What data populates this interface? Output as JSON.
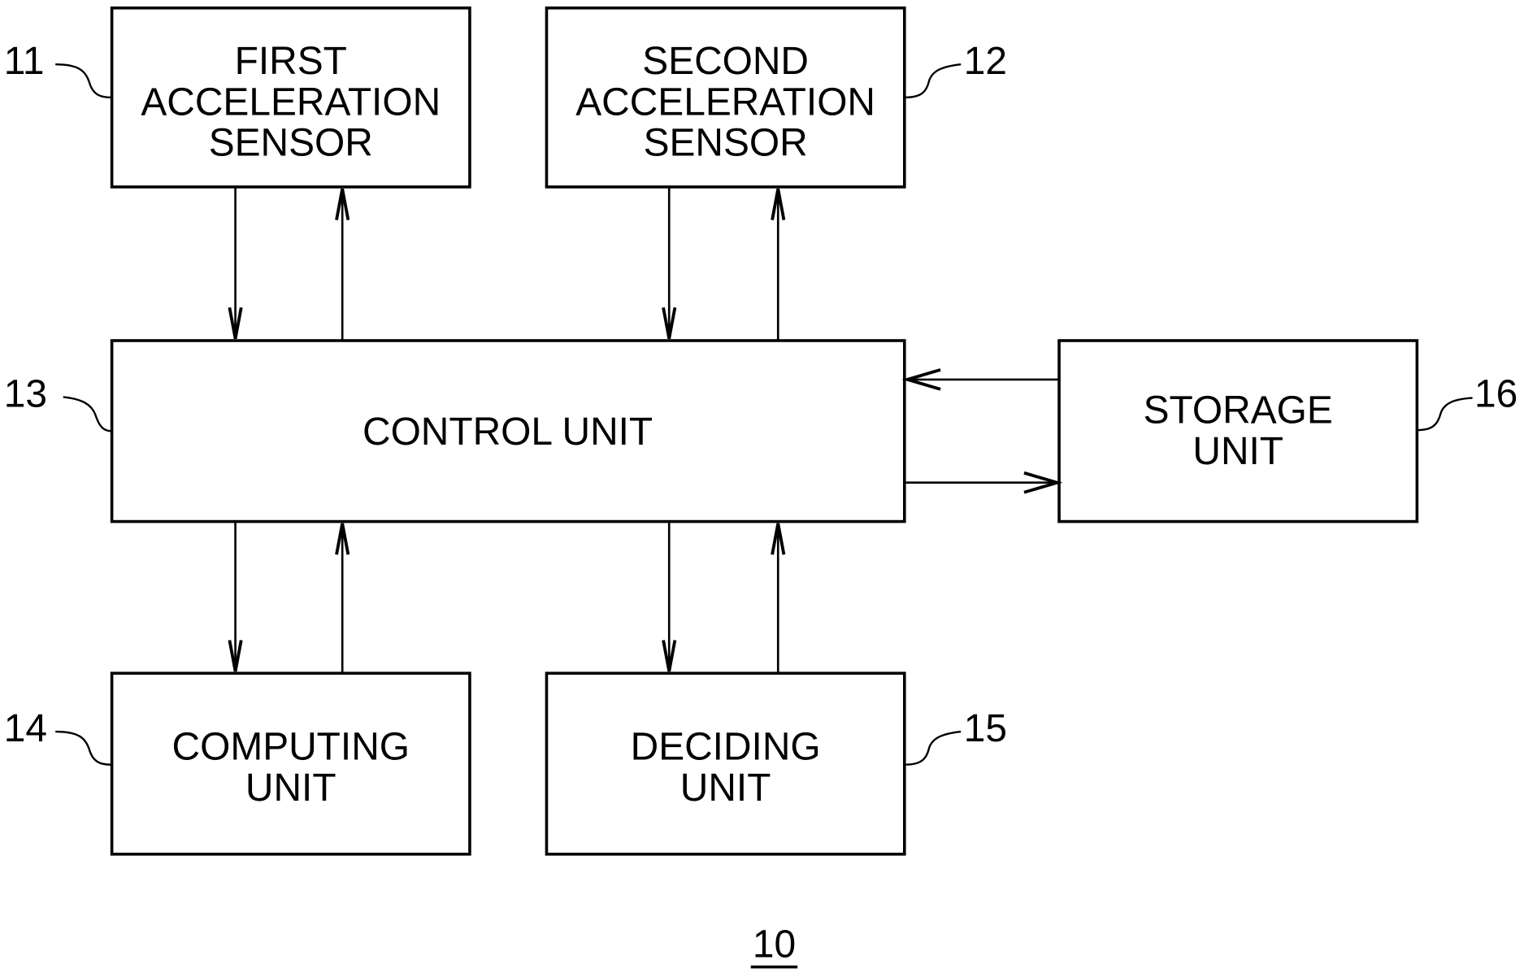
{
  "figure": {
    "reference": "10",
    "blocks": [
      {
        "id": "first-acceleration-sensor",
        "ref": "11",
        "lines": [
          "FIRST",
          "ACCELERATION",
          "SENSOR"
        ]
      },
      {
        "id": "second-acceleration-sensor",
        "ref": "12",
        "lines": [
          "SECOND",
          "ACCELERATION",
          "SENSOR"
        ]
      },
      {
        "id": "control-unit",
        "ref": "13",
        "lines": [
          "CONTROL UNIT"
        ]
      },
      {
        "id": "computing-unit",
        "ref": "14",
        "lines": [
          "COMPUTING",
          "UNIT"
        ]
      },
      {
        "id": "deciding-unit",
        "ref": "15",
        "lines": [
          "DECIDING",
          "UNIT"
        ]
      },
      {
        "id": "storage-unit",
        "ref": "16",
        "lines": [
          "STORAGE",
          "UNIT"
        ]
      }
    ],
    "connections": [
      {
        "from": "first-acceleration-sensor",
        "to": "control-unit"
      },
      {
        "from": "control-unit",
        "to": "first-acceleration-sensor"
      },
      {
        "from": "second-acceleration-sensor",
        "to": "control-unit"
      },
      {
        "from": "control-unit",
        "to": "second-acceleration-sensor"
      },
      {
        "from": "control-unit",
        "to": "computing-unit"
      },
      {
        "from": "computing-unit",
        "to": "control-unit"
      },
      {
        "from": "control-unit",
        "to": "deciding-unit"
      },
      {
        "from": "deciding-unit",
        "to": "control-unit"
      },
      {
        "from": "storage-unit",
        "to": "control-unit"
      },
      {
        "from": "control-unit",
        "to": "storage-unit"
      }
    ]
  }
}
